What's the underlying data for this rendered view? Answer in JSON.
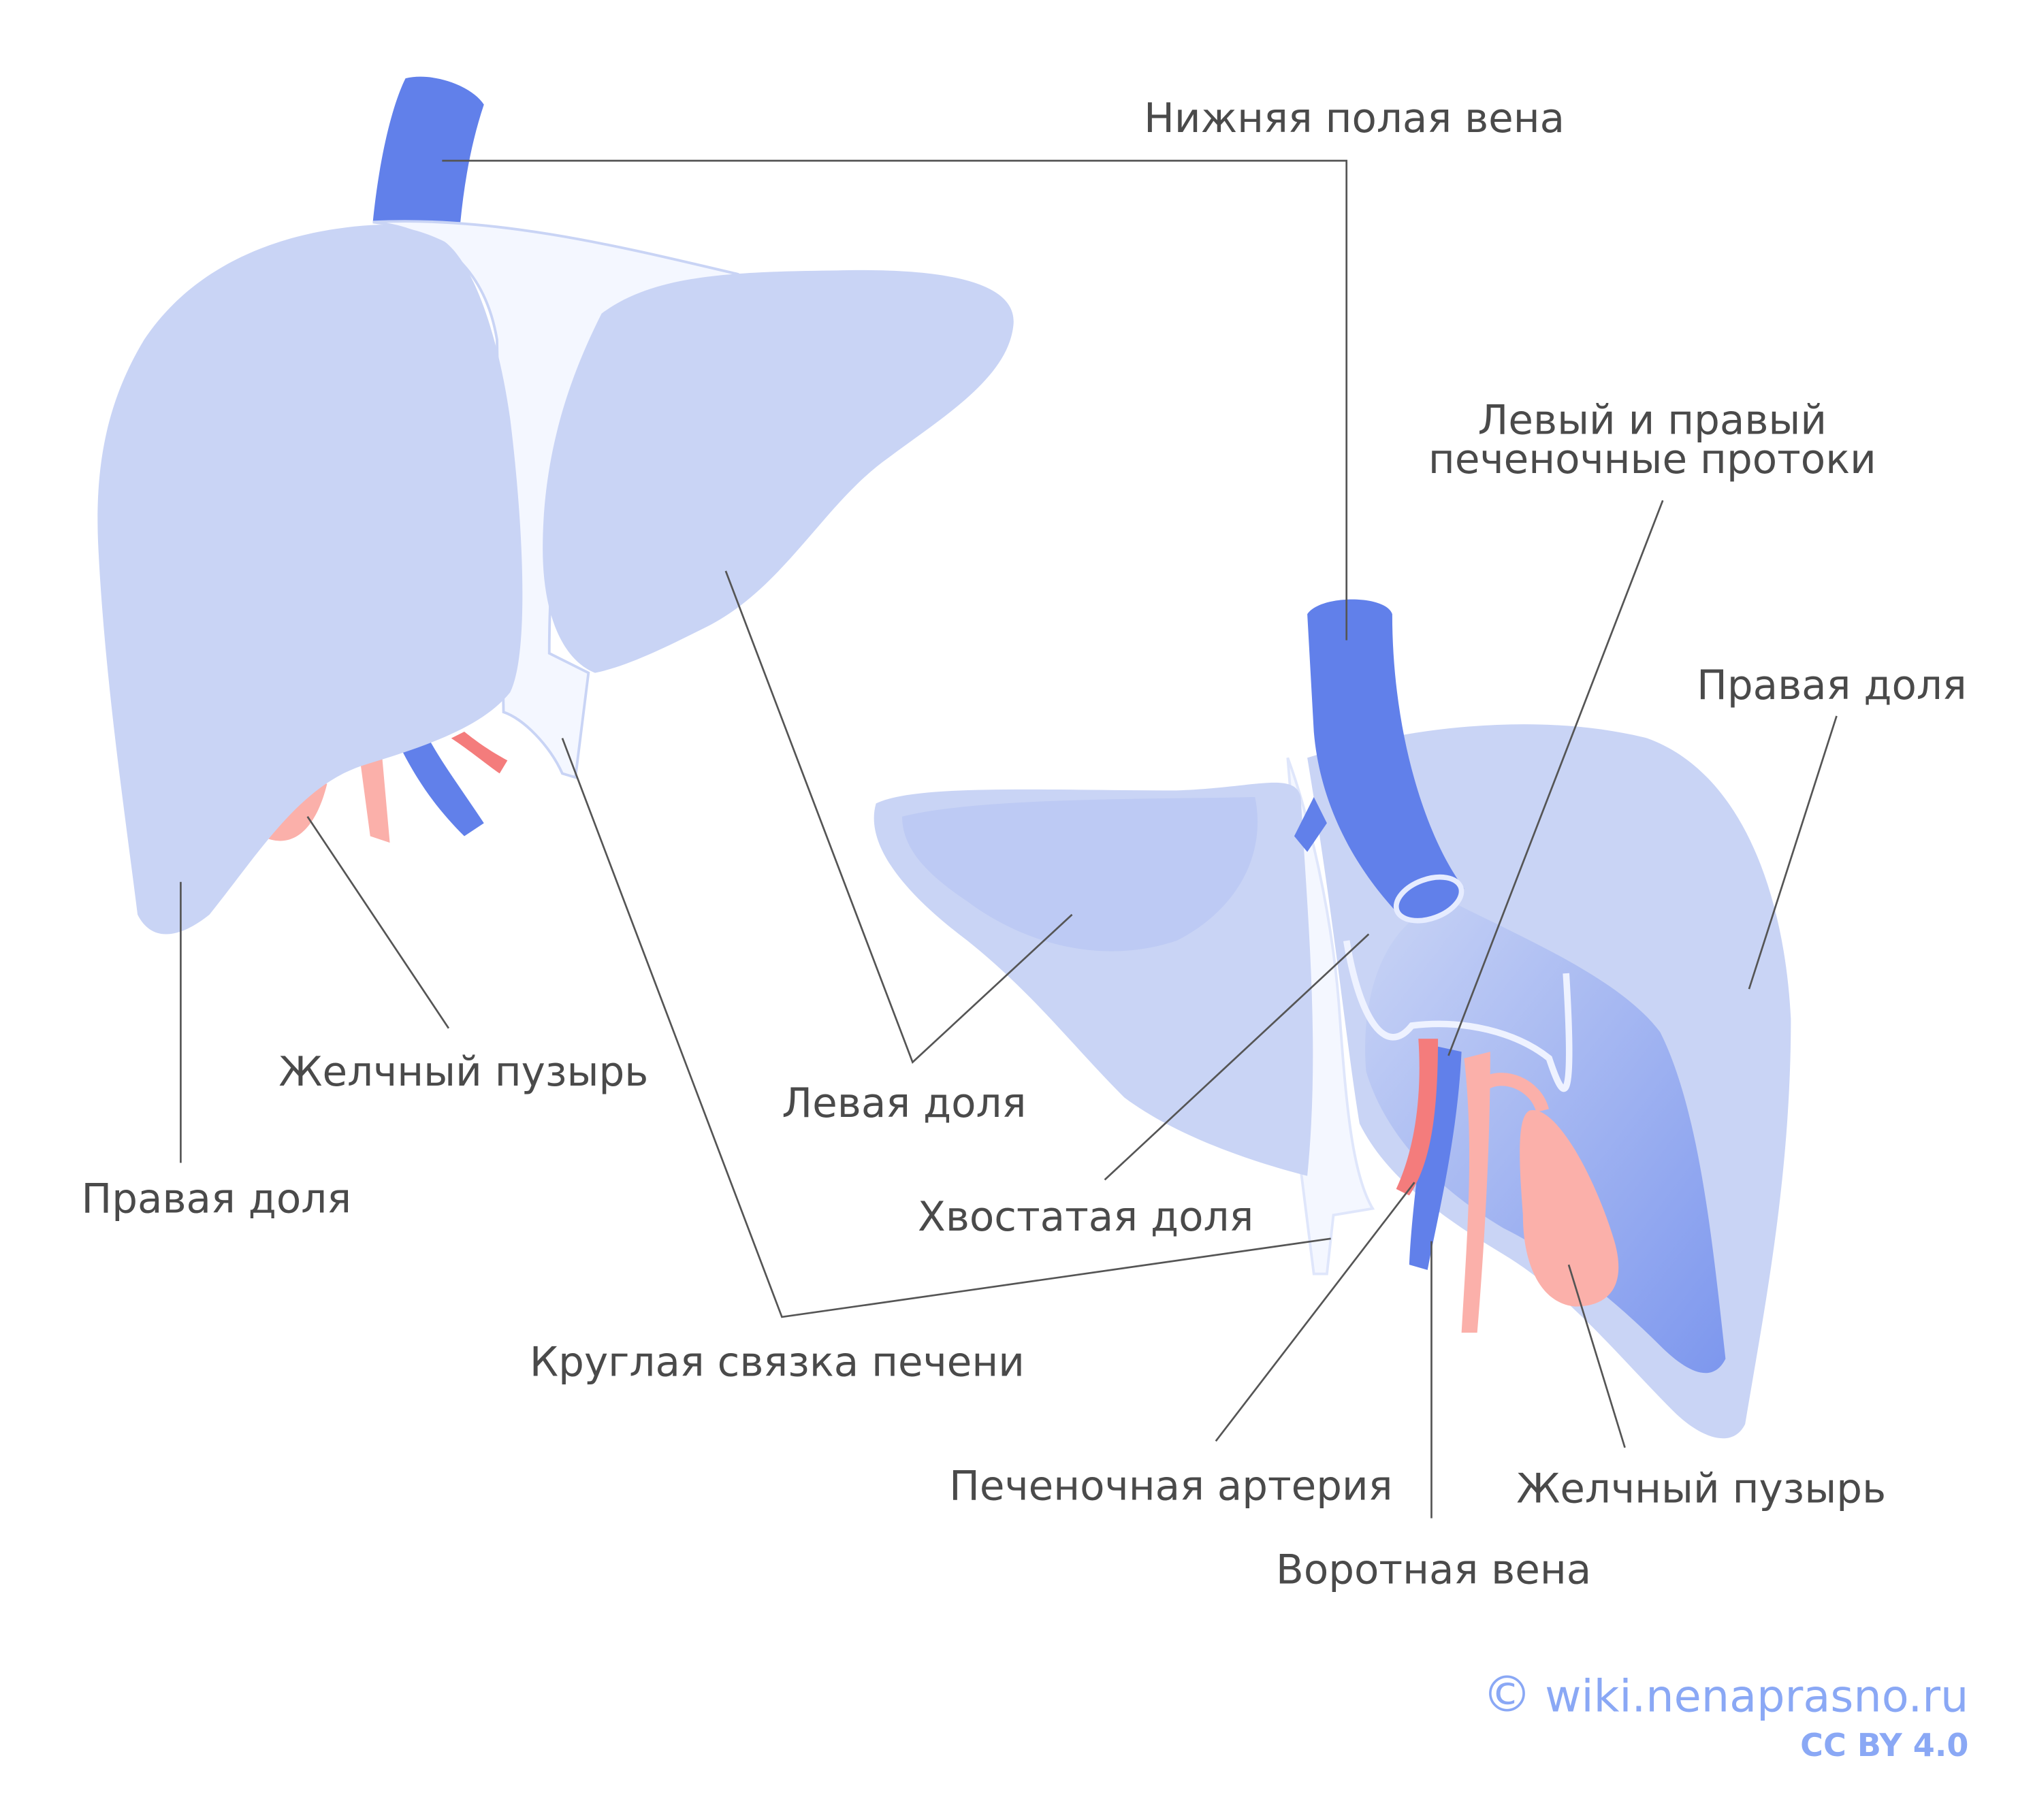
{
  "labels": {
    "ivc": "Нижняя полая вена",
    "hepatic_ducts_1": "Левый и правый",
    "hepatic_ducts_2": "печеночные протоки",
    "right_lobe_right": "Правая доля",
    "gallbladder_left": "Желчный пузырь",
    "left_lobe": "Левая доля",
    "right_lobe_left": "Правая доля",
    "caudate_lobe": "Хвостатая доля",
    "round_ligament": "Круглая связка печени",
    "hepatic_artery": "Печеночная артерия",
    "gallbladder_right": "Желчный пузырь",
    "portal_vein": "Воротная вена"
  },
  "watermark": {
    "site": "wiki.nenaprasno.ru",
    "license": "CC BY 4.0",
    "copyright_symbol": "©"
  },
  "colors": {
    "liver": "#c9d4f5",
    "ligament": "#f4f7ff",
    "vein": "#6180ea",
    "artery": "#f47c7c",
    "gallbladder": "#fbb0aa",
    "watermark": "#8aa8f5"
  }
}
